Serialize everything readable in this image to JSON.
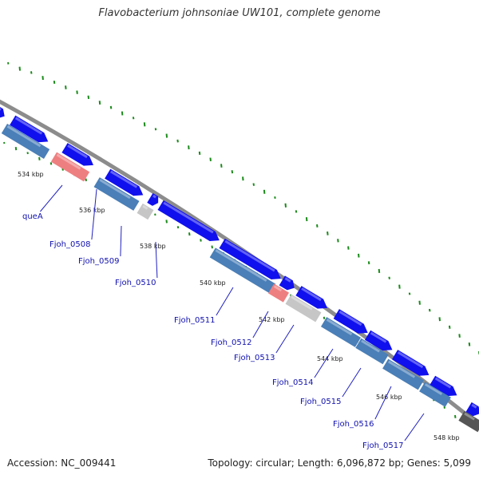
{
  "title": "Flavobacterium johnsoniae UW101, complete genome",
  "accession": "Accession: NC_009441",
  "summary": "Topology: circular; Length: 6,096,872 bp; Genes: 5,099",
  "colors": {
    "forward_cds": "#1010ee",
    "reverse_cds": "#4a7fb8",
    "rna": "#ee7f80",
    "pseudo": "#c6c6c6",
    "dark": "#555555",
    "backbone": "#8c8c8c",
    "gc_ticks": "#1a8a1a",
    "label": "#1010b0"
  },
  "kbp_ticks": [
    "534 kbp",
    "536 kbp",
    "538 kbp",
    "540 kbp",
    "542 kbp",
    "544 kbp",
    "546 kbp",
    "548 kbp"
  ],
  "gene_labels": [
    "queA",
    "Fjoh_0508",
    "Fjoh_0509",
    "Fjoh_0510",
    "Fjoh_0511",
    "Fjoh_0512",
    "Fjoh_0513",
    "Fjoh_0514",
    "Fjoh_0515",
    "Fjoh_0516",
    "Fjoh_0517"
  ]
}
